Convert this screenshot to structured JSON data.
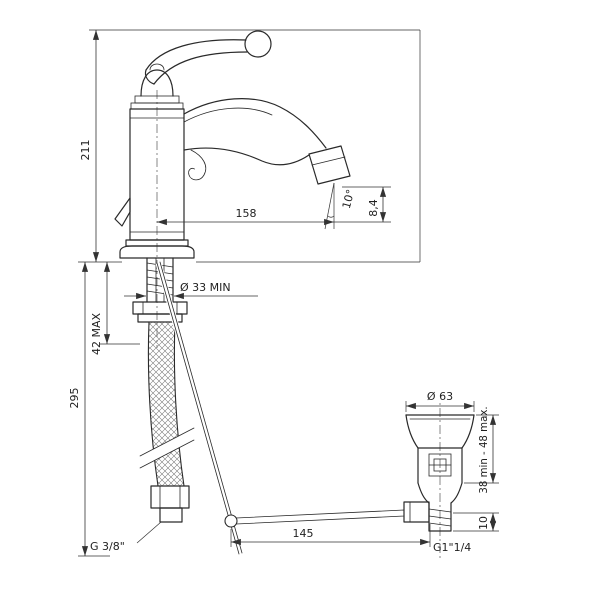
{
  "meta": {
    "background_color": "#ffffff",
    "line_color": "#2a2a2a",
    "drawing_type": "single-lever basin mixer technical dimension drawing"
  },
  "labels": {
    "height_total": "211",
    "hose_length": "295",
    "deck_thickness_max": "42 MAX",
    "hole_diameter_min": "Ø 33 MIN",
    "spout_reach": "158",
    "spout_angle": "10°",
    "outlet_offset": "8,4",
    "drain_flange_diameter": "Ø 63",
    "drain_height_range": "38 min - 48 max.",
    "drain_offset": "10",
    "rod_horizontal_length": "145",
    "drain_thread": "G1\"1/4",
    "supply_thread": "G 3/8\""
  }
}
